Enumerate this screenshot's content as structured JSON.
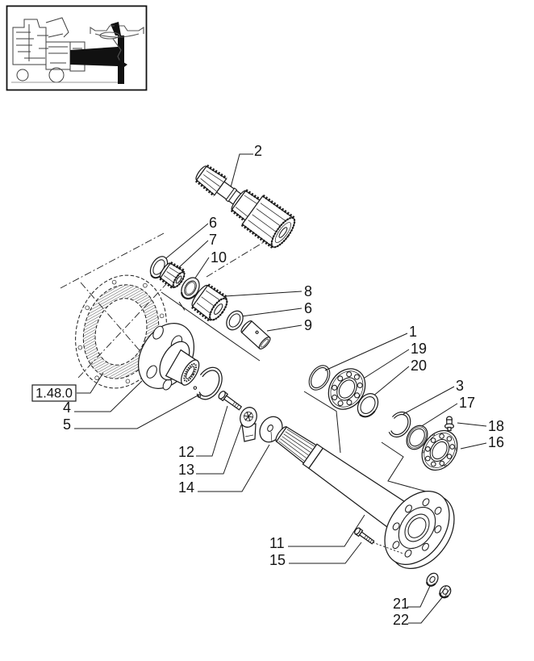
{
  "diagram": {
    "reference_label": "1.48.0",
    "callouts": {
      "c2": "2",
      "c6a": "6",
      "c7": "7",
      "c10": "10",
      "c8": "8",
      "c6b": "6",
      "c9": "9",
      "c1": "1",
      "c19": "19",
      "c20": "20",
      "c3": "3",
      "c17": "17",
      "c18": "18",
      "c16": "16",
      "c4": "4",
      "c5": "5",
      "c12": "12",
      "c13": "13",
      "c14": "14",
      "c11": "11",
      "c15": "15",
      "c21": "21",
      "c22": "22"
    },
    "colors": {
      "line": "#1c1c1c",
      "background": "#ffffff",
      "highlight_fill": "#111111"
    }
  }
}
